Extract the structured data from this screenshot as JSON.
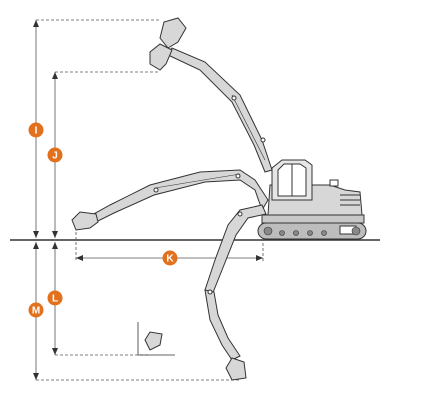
{
  "labels": {
    "I": "I",
    "J": "J",
    "K": "K",
    "L": "L",
    "M": "M"
  },
  "colors": {
    "badge": "#e2711d",
    "machine_fill": "#d7d7d7",
    "line": "#333333",
    "dash": "#555555",
    "background": "#ffffff"
  }
}
